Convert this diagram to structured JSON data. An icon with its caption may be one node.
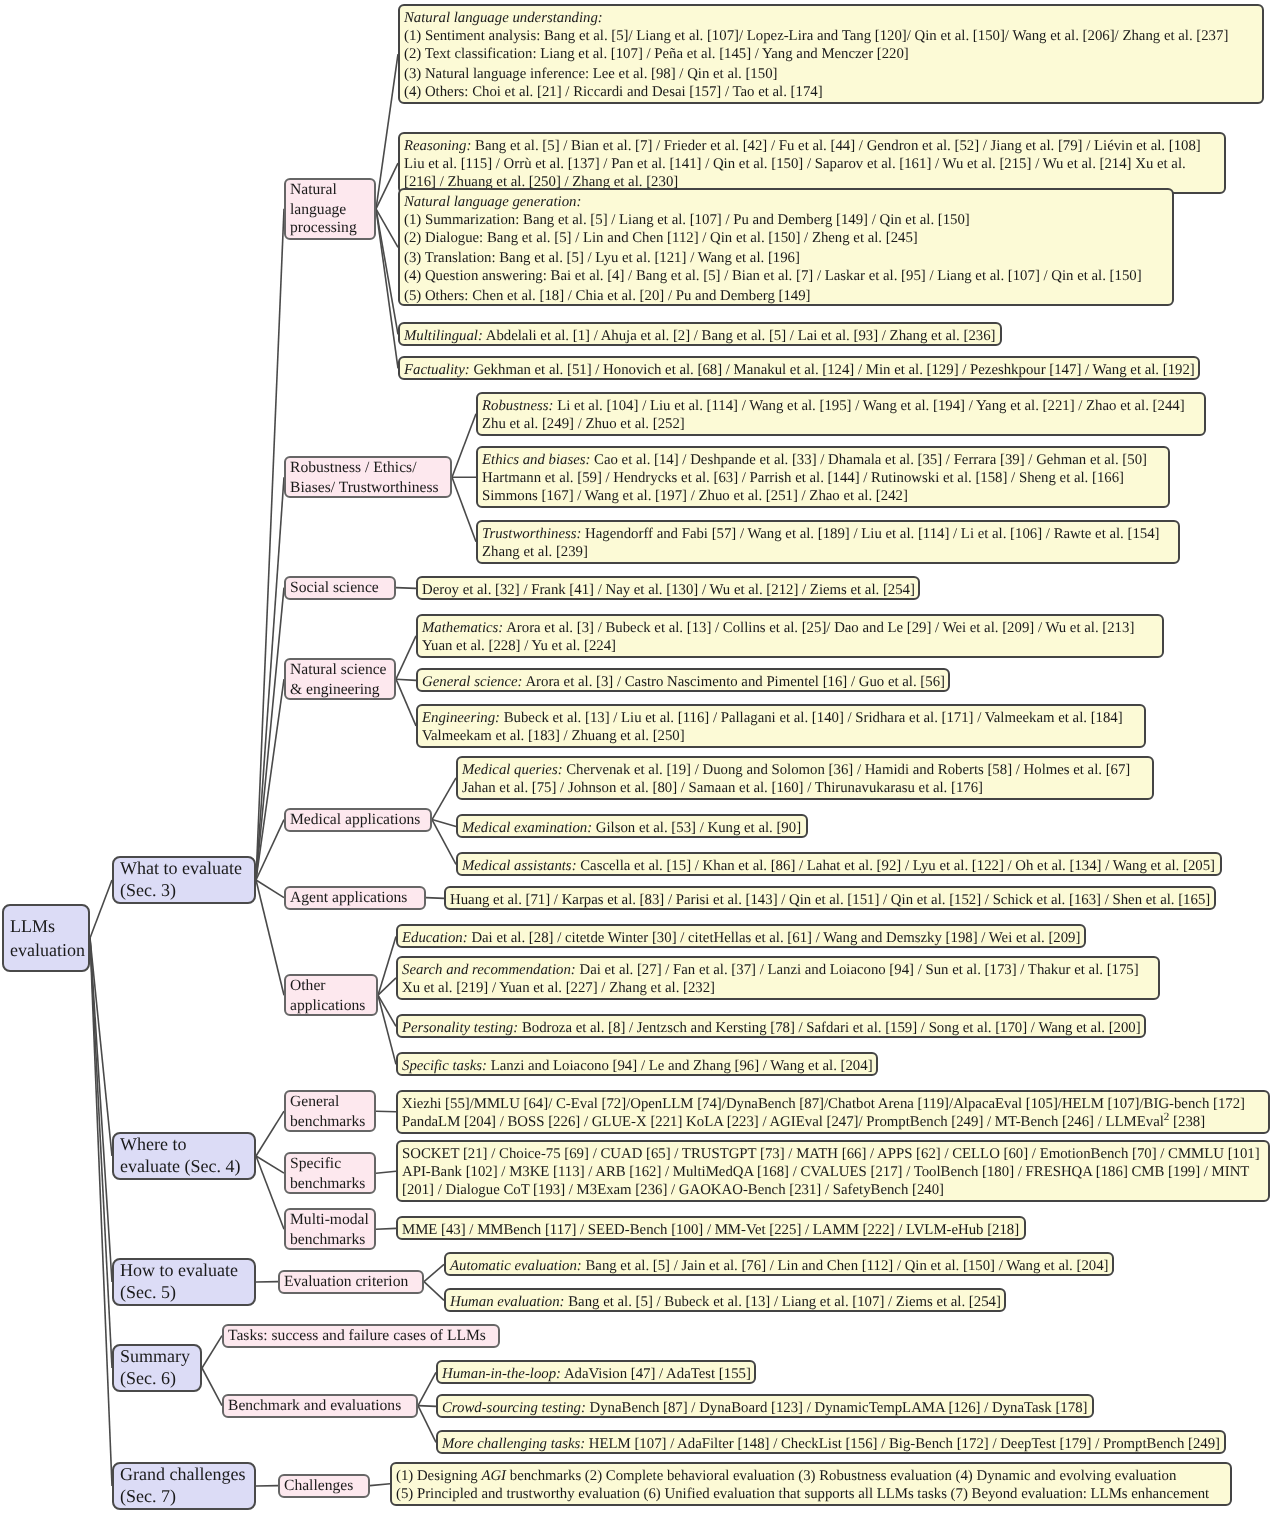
{
  "diagram": {
    "nodes": [
      {
        "text": [
          "LLMs evaluation"
        ]
      },
      {
        "text": [
          "What to evaluate (Sec. 3)"
        ]
      },
      {
        "text": [
          "Natural language processing"
        ]
      },
      {
        "text": [
          "Natural language understanding:",
          "(1) Sentiment analysis: Bang et al. [5]/ Liang et al. [107]/ Lopez-Lira and Tang [120]/ Qin et al. [150]/ Wang et al. [206]/ Zhang et al. [237]",
          "(2) Text classification: Liang et al. [107] / Peña et al. [145] / Yang and Menczer [220]",
          "(3) Natural language inference: Lee et al. [98] / Qin et al. [150]",
          "(4) Others: Choi et al. [21] / Riccardi and Desai [157] / Tao et al. [174]"
        ]
      },
      {
        "text": [
          "*Reasoning:* Bang et al. [5] / Bian et al. [7] / Frieder et al. [42] / Fu et al. [44] / Gendron et al. [52] / Jiang et al. [79] / Liévin et al. [108] Liu et al. [115] / Orrù et al. [137] / Pan et al. [141] / Qin et al. [150] / Saparov et al. [161] / Wu et al. [215] / Wu et al. [214] Xu et al. [216] / Zhuang et al. [250] / Zhang et al. [230]"
        ]
      },
      {
        "text": [
          "Natural language generation:",
          "(1) Summarization: Bang et al. [5] / Liang et al. [107] / Pu and Demberg [149] / Qin et al. [150]",
          "(2) Dialogue: Bang et al. [5] / Lin and Chen [112] / Qin et al. [150] / Zheng et al. [245]",
          "(3) Translation: Bang et al. [5] / Lyu et al. [121] / Wang et al. [196]",
          "(4) Question answering: Bai et al. [4] / Bang et al. [5] / Bian et al. [7] / Laskar et al. [95] / Liang et al. [107] / Qin et al. [150]",
          "(5) Others: Chen et al. [18] / Chia et al. [20] / Pu and Demberg [149]"
        ]
      },
      {
        "text": [
          "*Multilingual:* Abdelali et al. [1] / Ahuja et al. [2] / Bang et al. [5] / Lai et al. [93] / Zhang et al. [236]"
        ]
      },
      {
        "text": [
          "*Factuality:* Gekhman et al. [51] / Honovich et al. [68] / Manakul et al. [124] / Min et al. [129] / Pezeshkpour [147] / Wang et al. [192]"
        ]
      },
      {
        "text": [
          "Robustness / Ethics/ Biases/ Trustworthiness"
        ]
      },
      {
        "text": [
          "*Robustness:* Li et al. [104] / Liu et al. [114] / Wang et al. [195] / Wang et al. [194] / Yang et al. [221] / Zhao et al. [244] Zhu et al. [249] / Zhuo et al. [252]"
        ]
      },
      {
        "text": [
          "*Ethics and biases:* Cao et al. [14] / Deshpande et al. [33] / Dhamala et al. [35] / Ferrara [39] / Gehman et al. [50] Hartmann et al. [59] / Hendrycks et al. [63] / Parrish et al. [144] / Rutinowski et al. [158] / Sheng et al. [166] Simmons [167] / Wang et al. [197] / Zhuo et al. [251] / Zhao et al. [242]"
        ]
      },
      {
        "text": [
          "*Trustworthiness:* Hagendorff and Fabi [57] / Wang et al. [189] / Liu et al. [114] / Li et al. [106] / Rawte et al. [154] Zhang et al. [239]"
        ]
      },
      {
        "text": [
          "Social science"
        ]
      },
      {
        "text": [
          "Deroy et al. [32] / Frank [41] / Nay et al. [130] / Wu et al. [212] / Ziems et al. [254]"
        ]
      },
      {
        "text": [
          "Natural science & engineering"
        ]
      },
      {
        "text": [
          "*Mathematics:* Arora et al. [3] / Bubeck et al. [13] / Collins et al. [25]/ Dao and Le [29] / Wei et al. [209] / Wu et al. [213] Yuan et al. [228] / Yu et al. [224]"
        ]
      },
      {
        "text": [
          "*General science:* Arora et al. [3] / Castro Nascimento and Pimentel [16] / Guo et al. [56]"
        ]
      },
      {
        "text": [
          "*Engineering:* Bubeck et al. [13] / Liu et al. [116] / Pallagani et al. [140] / Sridhara et al. [171] / Valmeekam et al. [184] Valmeekam et al. [183] / Zhuang et al. [250]"
        ]
      },
      {
        "text": [
          "Medical applications"
        ]
      },
      {
        "text": [
          "*Medical queries:* Chervenak et al. [19] / Duong and Solomon [36] / Hamidi and Roberts [58] / Holmes et al. [67] Jahan et al. [75] / Johnson et al. [80] / Samaan et al. [160] / Thirunavukarasu et al. [176]"
        ]
      },
      {
        "text": [
          "*Medical examination:* Gilson et al. [53] / Kung et al. [90]"
        ]
      },
      {
        "text": [
          "*Medical assistants:* Cascella et al. [15] / Khan et al. [86] / Lahat et al. [92] / Lyu et al. [122] / Oh et al. [134] / Wang et al. [205]"
        ]
      },
      {
        "text": [
          "Agent applications"
        ]
      },
      {
        "text": [
          "Huang et al. [71] / Karpas et al. [83] / Parisi et al. [143] / Qin et al. [151] / Qin et al. [152] / Schick et al. [163] / Shen et al. [165]"
        ]
      },
      {
        "text": [
          "Other applications"
        ]
      },
      {
        "text": [
          "*Education:* Dai et al. [28] / citetde Winter [30] / citetHellas et al. [61] / Wang and Demszky [198] / Wei et al. [209]"
        ]
      },
      {
        "text": [
          "*Search and recommendation:* Dai et al. [27] / Fan et al. [37] / Lanzi and Loiacono [94] / Sun et al. [173] / Thakur et al. [175] Xu et al. [219] / Yuan et al. [227] / Zhang et al. [232]"
        ]
      },
      {
        "text": [
          "*Personality testing:* Bodroza et al. [8] / Jentzsch and Kersting [78] / Safdari et al. [159] / Song et al. [170] / Wang et al. [200]"
        ]
      },
      {
        "text": [
          "*Specific tasks:* Lanzi and Loiacono [94] / Le and Zhang [96] / Wang et al. [204]"
        ]
      },
      {
        "text": [
          "Where to evaluate (Sec. 4)"
        ]
      },
      {
        "text": [
          "General benchmarks"
        ]
      },
      {
        "text": [
          "Xiezhi [55]/MMLU [64]/ C-Eval [72]/OpenLLM [74]/DynaBench [87]/Chatbot Arena [119]/AlpacaEval [105]/HELM [107]/BIG-bench [172] PandaLM [204] / BOSS [226] / GLUE-X [221] KoLA [223] / AGIEval [247]/ PromptBench [249] / MT-Bench [246] / LLMEval$^{2}$ [238]"
        ]
      },
      {
        "text": [
          "Specific benchmarks"
        ]
      },
      {
        "text": [
          "SOCKET [21] / Choice-75 [69] / CUAD [65] / TRUSTGPT [73] / MATH [66] / APPS [62] / CELLO [60] / EmotionBench [70] / CMMLU [101] API-Bank [102] / M3KE [113] / ARB [162] / MultiMedQA [168] / CVALUES [217] / ToolBench [180] / FRESHQA [186] CMB [199] / MINT [201] / Dialogue CoT [193] / M3Exam [236] / GAOKAO-Bench [231] / SafetyBench [240]"
        ]
      },
      {
        "text": [
          "Multi-modal benchmarks"
        ]
      },
      {
        "text": [
          "MME [43] / MMBench [117] / SEED-Bench [100] / MM-Vet [225] / LAMM [222] / LVLM-eHub [218]"
        ]
      },
      {
        "text": [
          "How to evaluate (Sec. 5)"
        ]
      },
      {
        "text": [
          "Evaluation criterion"
        ]
      },
      {
        "text": [
          "*Automatic evaluation:* Bang et al. [5] / Jain et al. [76] / Lin and Chen [112] / Qin et al. [150] / Wang et al. [204]"
        ]
      },
      {
        "text": [
          "*Human evaluation:* Bang et al. [5] / Bubeck et al. [13] / Liang et al. [107] / Ziems et al. [254]"
        ]
      },
      {
        "text": [
          "Summary (Sec. 6)"
        ]
      },
      {
        "text": [
          "Tasks: success and failure cases of LLMs"
        ]
      },
      {
        "text": [
          "Benchmark and evaluations"
        ]
      },
      {
        "text": [
          "*Human-in-the-loop:* AdaVision [47] / AdaTest [155]"
        ]
      },
      {
        "text": [
          "*Crowd-sourcing testing:* DynaBench [87] / DynaBoard [123] / DynamicTempLAMA [126] / DynaTask [178]"
        ]
      },
      {
        "text": [
          "*More challenging tasks:* HELM [107] / AdaFilter [148] / CheckList [156] / Big-Bench [172] / DeepTest [179] / PromptBench [249]"
        ]
      },
      {
        "text": [
          "Grand challenges (Sec. 7)"
        ]
      },
      {
        "text": [
          "Challenges"
        ]
      },
      {
        "text": [
          "(1) Designing *AGI* benchmarks (2) Complete behavioral evaluation (3) Robustness evaluation (4) Dynamic and evolving evaluation",
          "(5) Principled and trustworthy evaluation (6) Unified evaluation that supports all LLMs tasks (7) Beyond evaluation: LLMs enhancement"
        ]
      }
    ],
    "edges": [
      {
        "from": 0,
        "to": 1,
        "arrow": "none"
      },
      {
        "from": 0,
        "to": 29,
        "arrow": "none"
      },
      {
        "from": 0,
        "to": 36,
        "arrow": "none"
      },
      {
        "from": 0,
        "to": 40,
        "arrow": "none"
      },
      {
        "from": 0,
        "to": 46,
        "arrow": "none"
      },
      {
        "from": 1,
        "to": 2,
        "arrow": "none"
      },
      {
        "from": 1,
        "to": 8,
        "arrow": "none"
      },
      {
        "from": 1,
        "to": 12,
        "arrow": "none"
      },
      {
        "from": 1,
        "to": 14,
        "arrow": "none"
      },
      {
        "from": 1,
        "to": 18,
        "arrow": "none"
      },
      {
        "from": 1,
        "to": 22,
        "arrow": "none"
      },
      {
        "from": 1,
        "to": 24,
        "arrow": "none"
      },
      {
        "from": 2,
        "to": 3,
        "arrow": "none"
      },
      {
        "from": 2,
        "to": 4,
        "arrow": "none"
      },
      {
        "from": 2,
        "to": 5,
        "arrow": "none"
      },
      {
        "from": 2,
        "to": 6,
        "arrow": "none"
      },
      {
        "from": 2,
        "to": 7,
        "arrow": "none"
      },
      {
        "from": 8,
        "to": 9,
        "arrow": "none"
      },
      {
        "from": 8,
        "to": 10,
        "arrow": "none"
      },
      {
        "from": 8,
        "to": 11,
        "arrow": "none"
      },
      {
        "from": 12,
        "to": 13,
        "arrow": "none"
      },
      {
        "from": 14,
        "to": 15,
        "arrow": "none"
      },
      {
        "from": 14,
        "to": 16,
        "arrow": "none"
      },
      {
        "from": 14,
        "to": 17,
        "arrow": "none"
      },
      {
        "from": 18,
        "to": 19,
        "arrow": "none"
      },
      {
        "from": 18,
        "to": 20,
        "arrow": "none"
      },
      {
        "from": 18,
        "to": 21,
        "arrow": "none"
      },
      {
        "from": 22,
        "to": 23,
        "arrow": "none"
      },
      {
        "from": 24,
        "to": 25,
        "arrow": "none"
      },
      {
        "from": 24,
        "to": 26,
        "arrow": "none"
      },
      {
        "from": 24,
        "to": 27,
        "arrow": "none"
      },
      {
        "from": 24,
        "to": 28,
        "arrow": "none"
      },
      {
        "from": 29,
        "to": 30,
        "arrow": "none"
      },
      {
        "from": 29,
        "to": 32,
        "arrow": "none"
      },
      {
        "from": 29,
        "to": 34,
        "arrow": "none"
      },
      {
        "from": 30,
        "to": 31,
        "arrow": "none"
      },
      {
        "from": 32,
        "to": 33,
        "arrow": "none"
      },
      {
        "from": 34,
        "to": 35,
        "arrow": "none"
      },
      {
        "from": 36,
        "to": 37,
        "arrow": "none"
      },
      {
        "from": 37,
        "to": 38,
        "arrow": "none"
      },
      {
        "from": 37,
        "to": 39,
        "arrow": "none"
      },
      {
        "from": 40,
        "to": 41,
        "arrow": "none"
      },
      {
        "from": 40,
        "to": 42,
        "arrow": "none"
      },
      {
        "from": 42,
        "to": 43,
        "arrow": "none"
      },
      {
        "from": 42,
        "to": 44,
        "arrow": "none"
      },
      {
        "from": 42,
        "to": 45,
        "arrow": "none"
      },
      {
        "from": 46,
        "to": 47,
        "arrow": "none"
      },
      {
        "from": 47,
        "to": 48,
        "arrow": "none"
      }
    ]
  }
}
